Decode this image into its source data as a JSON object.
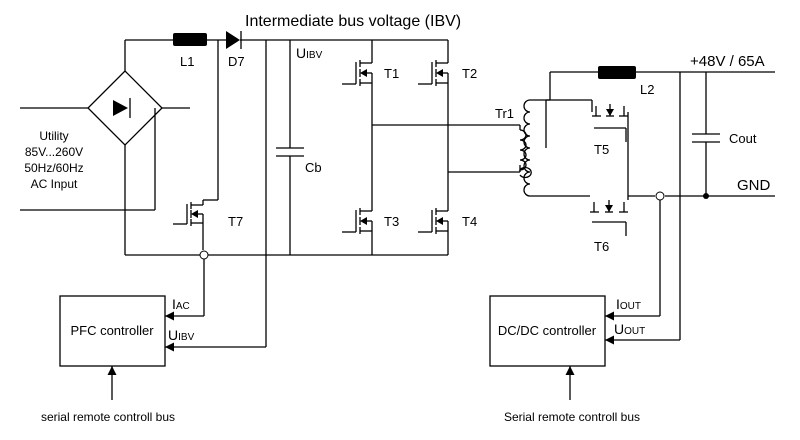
{
  "title": "Intermediate bus voltage (IBV)",
  "input": {
    "line1": "Utility",
    "line2": "85V...260V",
    "line3": "50Hz/60Hz",
    "line4": "AC Input"
  },
  "components": {
    "l1": "L1",
    "d7": "D7",
    "cb": "Cb",
    "t1": "T1",
    "t2": "T2",
    "t3": "T3",
    "t4": "T4",
    "t5": "T5",
    "t6": "T6",
    "t7": "T7",
    "tr1": "Tr1",
    "l2": "L2",
    "cout": "Cout"
  },
  "signals": {
    "uibv_main": "U",
    "uibv_main_sub": "IBV",
    "iac": "I",
    "iac_sub": "AC",
    "uibv_pfc": "U",
    "uibv_pfc_sub": "IBV",
    "iout": "I",
    "iout_sub": "OUT",
    "uout": "U",
    "uout_sub": "OUT"
  },
  "outputs": {
    "positive": "+48V / 65A",
    "ground": "GND"
  },
  "controllers": {
    "pfc": "PFC controller",
    "dcdc": "DC/DC controller"
  },
  "buses": {
    "pfc": "serial remote controll bus",
    "dcdc": "Serial remote controll bus"
  }
}
